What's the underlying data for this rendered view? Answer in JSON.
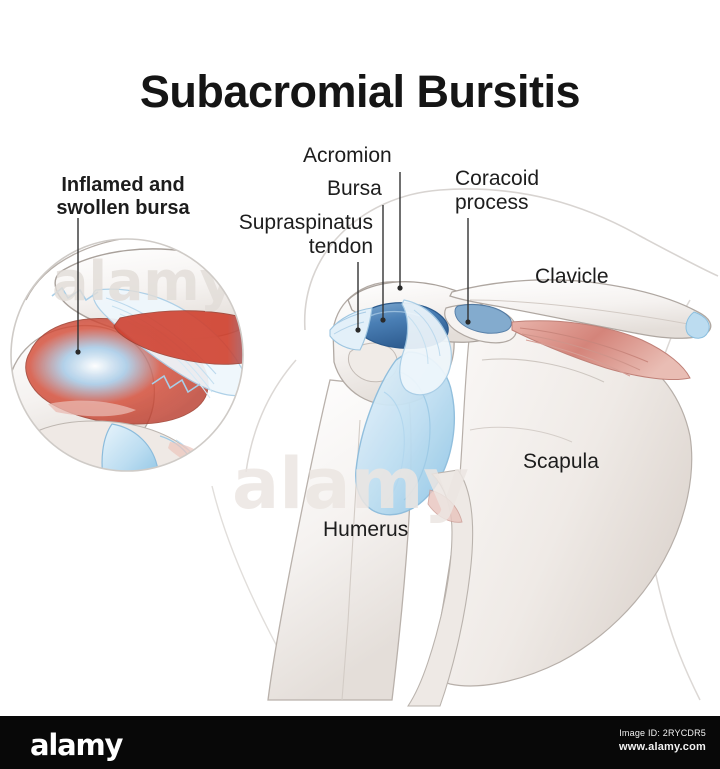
{
  "title": "Subacromial Bursitis",
  "labels": {
    "inflamed_bursa": "Inflamed and\nswollen bursa",
    "acromion": "Acromion",
    "bursa": "Bursa",
    "supraspinatus_tendon": "Supraspinatus\ntendon",
    "coracoid_process": "Coracoid\nprocess",
    "clavicle": "Clavicle",
    "scapula": "Scapula",
    "humerus": "Humerus"
  },
  "footer": {
    "logo": "alamy",
    "image_id": "Image ID: 2RYCDR5",
    "url": "www.alamy.com"
  },
  "colors": {
    "background": "#ffffff",
    "text": "#1d1d1d",
    "bone": "#f4f1ef",
    "bone_outline": "#9b948f",
    "bursa_blue": "#4a7fb5",
    "capsule_blue": "#c5dff0",
    "inflammation_red": "#d93b2b",
    "muscle_pink": "#dd9a92",
    "leader_line": "#333333",
    "footer_bar": "#080808"
  }
}
